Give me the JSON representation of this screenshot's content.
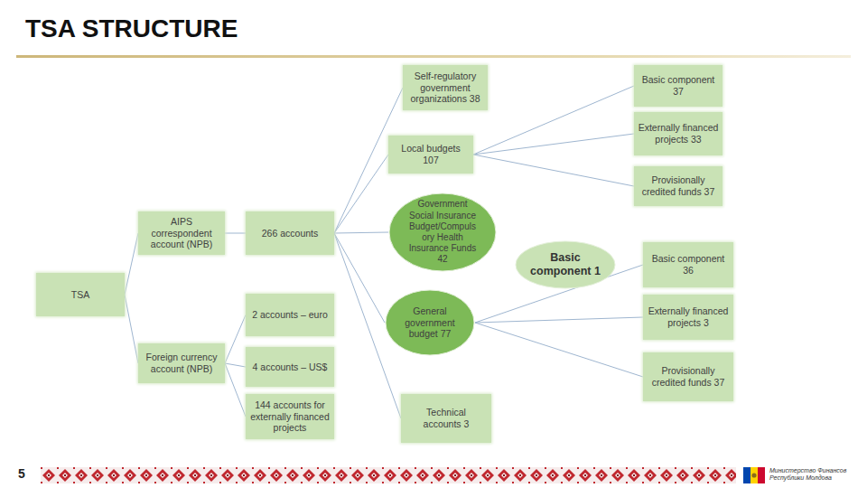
{
  "diagram": {
    "title": "TSA STRUCTURE",
    "nodes": [
      {
        "text": [
          "Self-regulatory government organizations 38"
        ]
      },
      {
        "text": [
          "Basic component 37"
        ]
      },
      {
        "text": [
          "Local budgets 107"
        ]
      },
      {
        "text": [
          "Externally financed projects 33"
        ]
      },
      {
        "text": [
          "Provisionally credited funds 37"
        ]
      },
      {
        "text": [
          "AIPS correspondent account (NPB)"
        ]
      },
      {
        "text": [
          "266 accounts"
        ]
      },
      {
        "text": [
          "Government Social Insurance Budget/Compulsory Health Insurance Funds 42"
        ]
      },
      {
        "text": [
          "Basic component 1"
        ]
      },
      {
        "text": [
          "Basic component 36"
        ]
      },
      {
        "text": [
          "TSA"
        ]
      },
      {
        "text": [
          "2 accounts – euro"
        ]
      },
      {
        "text": [
          "General government budget 77"
        ]
      },
      {
        "text": [
          "Externally financed projects 3"
        ]
      },
      {
        "text": [
          "Foreign currency account (NPB)"
        ]
      },
      {
        "text": [
          "4 accounts – US$"
        ]
      },
      {
        "text": [
          "Provisionally credited funds 37"
        ]
      },
      {
        "text": [
          "144 accounts for externally financed projects"
        ]
      },
      {
        "text": [
          "Technical accounts 3"
        ]
      }
    ],
    "edges": [
      {
        "from": 10,
        "to": 5,
        "arrow": "none"
      },
      {
        "from": 10,
        "to": 14,
        "arrow": "none"
      },
      {
        "from": 5,
        "to": 6,
        "arrow": "none"
      },
      {
        "from": 14,
        "to": 11,
        "arrow": "none"
      },
      {
        "from": 14,
        "to": 15,
        "arrow": "none"
      },
      {
        "from": 14,
        "to": 17,
        "arrow": "none"
      },
      {
        "from": 6,
        "to": 0,
        "arrow": "none"
      },
      {
        "from": 6,
        "to": 2,
        "arrow": "none"
      },
      {
        "from": 6,
        "to": 7,
        "arrow": "none"
      },
      {
        "from": 6,
        "to": 12,
        "arrow": "none"
      },
      {
        "from": 6,
        "to": 18,
        "arrow": "none"
      },
      {
        "from": 2,
        "to": 1,
        "arrow": "none"
      },
      {
        "from": 2,
        "to": 3,
        "arrow": "none"
      },
      {
        "from": 2,
        "to": 4,
        "arrow": "none"
      },
      {
        "from": 12,
        "to": 9,
        "arrow": "none"
      },
      {
        "from": 12,
        "to": 13,
        "arrow": "none"
      },
      {
        "from": 12,
        "to": 16,
        "arrow": "none"
      }
    ],
    "labels": [
      "5",
      "Министерство Финансов Республики Молдова"
    ]
  }
}
